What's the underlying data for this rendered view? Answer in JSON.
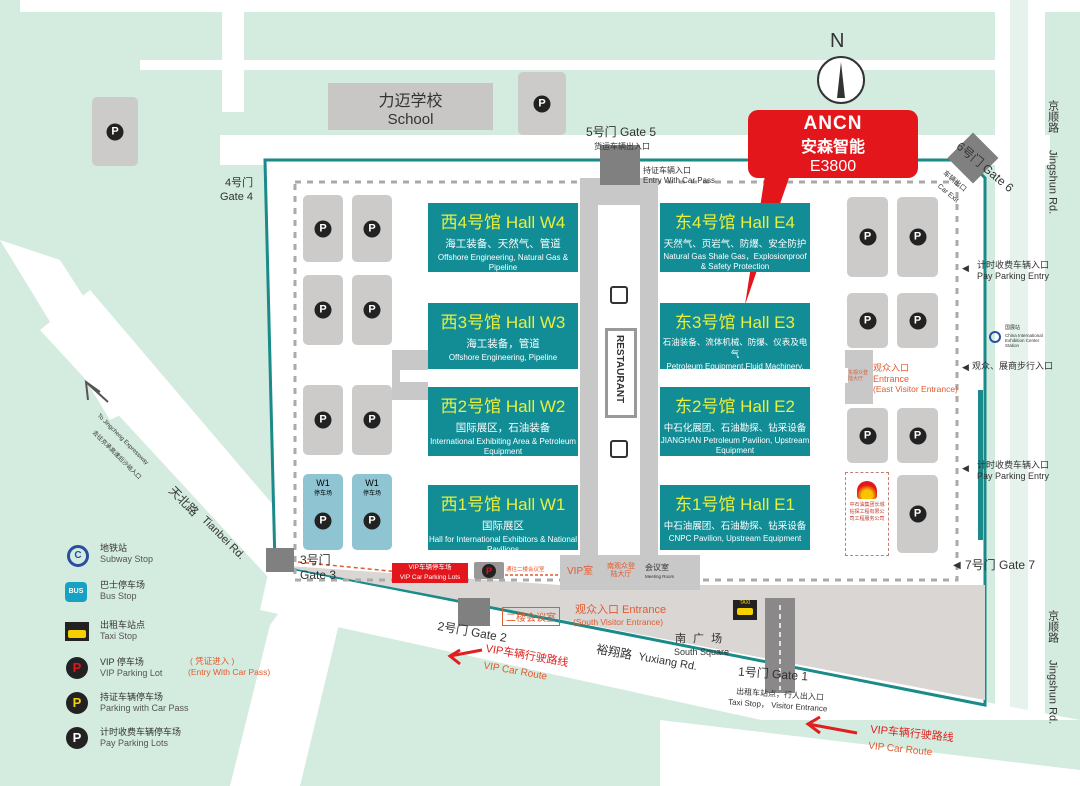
{
  "compass": {
    "label": "N"
  },
  "school": {
    "cn": "力迈学校",
    "en": "School"
  },
  "callout": {
    "brand": "ANCN",
    "brand_cn": "安森智能",
    "booth": "E3800",
    "color": "#e3161c"
  },
  "gates": {
    "gate5": {
      "label": "5号门 Gate 5",
      "sub": "货运车辆出入口"
    },
    "car_pass": {
      "cn": "持证车辆入口",
      "en": "Entry With Car Pass"
    },
    "gate6": {
      "label": "6号门 Gate 6",
      "sub_cn": "车辆出口",
      "sub_en": "Car Exit"
    },
    "gate4": {
      "cn": "4号门",
      "en": "Gate 4"
    },
    "gate3": {
      "cn": "3号门",
      "en": "Gate 3"
    },
    "gate2": {
      "label": "2号门 Gate 2"
    },
    "gate1": {
      "label": "1号门 Gate 1",
      "sub_cn": "出租车站点，行人出入口",
      "sub_en": "Taxi Stop， Visitor Entrance"
    },
    "gate7": {
      "label": "7号门 Gate 7"
    }
  },
  "roads": {
    "jingshun_cn": "京顺路",
    "jingshun_en": "Jingshun Rd.",
    "tianbei_cn": "天北路",
    "tianbei_en": "Tianbei Rd.",
    "yuxiang_cn": "裕翔路",
    "yuxiang_en": "Yuxiang Rd.",
    "expressway_cn": "去往京承高速后沙峪入口",
    "expressway_en": "To Jingcheng Expressway"
  },
  "halls": [
    {
      "title": "西4号馆  Hall W4",
      "cn": "海工装备、天然气、管道",
      "en": "Offshore Engineering, Natural Gas & Pipeline"
    },
    {
      "title": "西3号馆  Hall W3",
      "cn": "海工装备，管道",
      "en": "Offshore Engineering, Pipeline"
    },
    {
      "title": "西2号馆  Hall W2",
      "cn": "国际展区，石油装备",
      "en": "International Exhibiting Area & Petroleum Equipment"
    },
    {
      "title": "西1号馆  Hall W1",
      "cn": "国际展区",
      "en": "Hall for International Exhibitors & National Pavilions"
    },
    {
      "title": "东4号馆  Hall E4",
      "cn": "天然气、页岩气、防爆、安全防护",
      "en": "Natural Gas Shale Gas，Explosionproof & Safety Protection"
    },
    {
      "title": "东3号馆  Hall E3",
      "cn": "石油装备、流体机械、防爆、仪表及电气",
      "en": "Petroleum Equipment,Fluid Machinery, Explosionproof Instrument & Electric"
    },
    {
      "title": "东2号馆  Hall E2",
      "cn": "中石化展团、石油勘探、钻采设备",
      "en": "JIANGHAN Petroleum Pavilion, Upstream Equipment"
    },
    {
      "title": "东1号馆  Hall E1",
      "cn": "中石油展团、石油勘探、钻采设备",
      "en": "CNPC Pavilion, Upstream Equipment"
    }
  ],
  "restaurant": "RESTAURANT",
  "parking": {
    "p": "P",
    "w1": "W1",
    "w1_sub": "停车场"
  },
  "east_entries": {
    "pay_entry_cn": "计时收费车辆入口",
    "pay_entry_en": "Pay Parking Entry",
    "walk_entry": "观众、展商步行入口",
    "east_visitor_cn": "观众入口",
    "east_visitor_en": "Entrance",
    "east_visitor_en2": "(East Visitor Entrance)",
    "east_hall_small": "东观众登陆大厅",
    "subway_cn": "国展站",
    "subway_en": "China International Exhibition Center Station"
  },
  "petrochina": {
    "text": "中石油集团长城钻探工程有限公司工程服务公司"
  },
  "south": {
    "vip_lot_cn": "VIP车辆停车场",
    "vip_lot_en": "VIP Car Parking Lots",
    "to_meeting": "通往二楼会议室",
    "vip_room": "VIP室",
    "south_hall": "南观众登陆大厅",
    "meeting_cn": "会议室",
    "meeting_en": "Meeting Room",
    "second_floor": "二楼会议室",
    "entrance_cn": "观众入口 Entrance",
    "entrance_en": "(South Visitor Entrance)",
    "square_cn": "南 广 场",
    "square_en": "South Square",
    "vip_route_cn": "VIP车辆行驶路线",
    "vip_route_en": "VIP Car Route",
    "taxi": "TAXI"
  },
  "legend": [
    {
      "icon": "subway-icon",
      "cn": "地铁站",
      "en": "Subway Stop"
    },
    {
      "icon": "bus-icon",
      "cn": "巴士停车场",
      "en": "Bus Stop"
    },
    {
      "icon": "taxi-icon",
      "cn": "出租车站点",
      "en": "Taxi Stop"
    },
    {
      "icon": "vip-parking-icon",
      "cn": "VIP 停车场",
      "en": "VIP Parking Lot",
      "note_cn": "( 凭证进入 )",
      "note_en": "(Entry With Car Pass)"
    },
    {
      "icon": "car-pass-parking-icon",
      "cn": "持证车辆停车场",
      "en": "Parking with Car Pass"
    },
    {
      "icon": "pay-parking-icon",
      "cn": "计时收费车辆停车场",
      "en": "Pay Parking Lots"
    }
  ],
  "colors": {
    "hall": "#128d96",
    "boundary": "#1a8a8a",
    "vip": "#e3161c",
    "accent": "#e35a2e"
  }
}
